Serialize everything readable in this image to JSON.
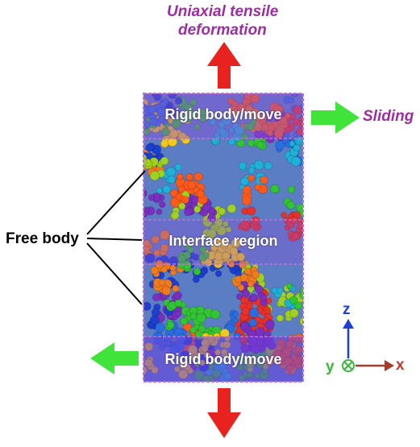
{
  "labels": {
    "title_line1": "Uniaxial tensile",
    "title_line2": "deformation",
    "sliding": "Sliding",
    "rigid_top": "Rigid body/move",
    "interface": "Interface region",
    "rigid_bottom": "Rigid body/move",
    "free_body": "Free body"
  },
  "axes": {
    "z": "z",
    "y": "y",
    "x": "x"
  },
  "colors": {
    "arrow_red": "#e8231f",
    "arrow_green": "#3fe33a",
    "accent_purple": "#9b2fa0",
    "rigid_overlay": "#8a4fd6",
    "axis_z": "#1d3fd6",
    "axis_y": "#3ab83a",
    "axis_x": "#c0392b"
  },
  "particle_palette": [
    "#e8312a",
    "#f07a1e",
    "#f2c81b",
    "#33c433",
    "#1fb0d8",
    "#1c3fd0",
    "#7a2fc0",
    "#a0d020",
    "#ff5a1a",
    "#2a6de0"
  ]
}
